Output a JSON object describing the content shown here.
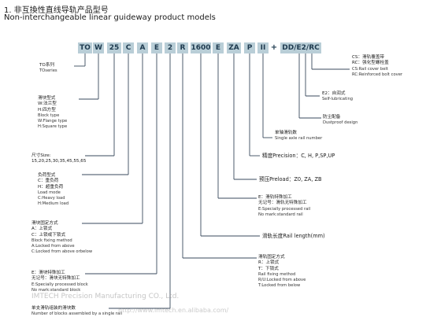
{
  "heading": {
    "cn": "1. 非互換性直线导轨产品型号",
    "en": "Non-interchangeable linear guideway product models"
  },
  "code": {
    "TO": "TO",
    "W": "W",
    "size": "25",
    "C": "C",
    "A": "A",
    "E1": "E",
    "blocks": "2",
    "R": "R",
    "length": "1600",
    "E2": "E",
    "preload": "ZA",
    "P": "P",
    "II": "II",
    "plus": "+",
    "seal": "DD/E2/RC"
  },
  "notes": {
    "series": [
      "TO系列",
      "TOseries"
    ],
    "block_type": [
      "滑块型式",
      "W:法兰型",
      "H:四方型",
      "Block type",
      "W:Flange type",
      "H:Square type"
    ],
    "size": [
      "尺寸Size:",
      "15,20,25,30,35,45,55,65"
    ],
    "load": [
      "负荷型式",
      "C：重负荷",
      "H：超重负荷",
      "Load mode",
      "C:Heavy load",
      "H:Medium load"
    ],
    "block_fixing": [
      "滑块固定方式",
      "A：上锁式",
      "C：上锁或下锁式",
      "Block fixing method",
      "A:Locked from above",
      "C:Locked from above orbelow"
    ],
    "block_processing": [
      "E：滑块特殊加工",
      "无记号：滑块无特殊加工",
      "E:Specially processed block",
      "No mark:standard block"
    ],
    "blocks_per_rail": [
      "单支滑轨组装的滑块数",
      "Number of blocks assembled by a single rail"
    ],
    "rail_fixing": [
      "滑轨固定方式",
      "R：上锁式",
      "T：下锁式",
      "Rail fixing method",
      "R/U:Locked from above",
      "T:Locked from below"
    ],
    "rail_length": "滑轨长度Rail length(mm)",
    "rail_processing": [
      "E：滑轨特殊加工",
      "无记号：滑轨无特殊加工",
      "E:Specially processed rail",
      "No mark:standard rail"
    ],
    "preload": "预压Preload：Z0, ZA, ZB",
    "precision": "精度Precision：C, H, P,SP,UP",
    "single_axis": [
      "单轴滑轨数",
      "Single axle rail number"
    ],
    "dust": [
      "防尘配备",
      "Dustproof design"
    ],
    "self_lube": [
      "E2：自润式",
      "Self-lubricating"
    ],
    "cover": [
      "CS：滑轨覆盖带",
      "RC：强化型螺栓盖",
      "CS:Rail cover belt",
      "RC:Reinforced bolt cover"
    ]
  },
  "watermark": {
    "line1": "IMTECH Precision Manufacturing CO., Ltd.",
    "line2": "http://www.imtech.en.alibaba.com/"
  }
}
